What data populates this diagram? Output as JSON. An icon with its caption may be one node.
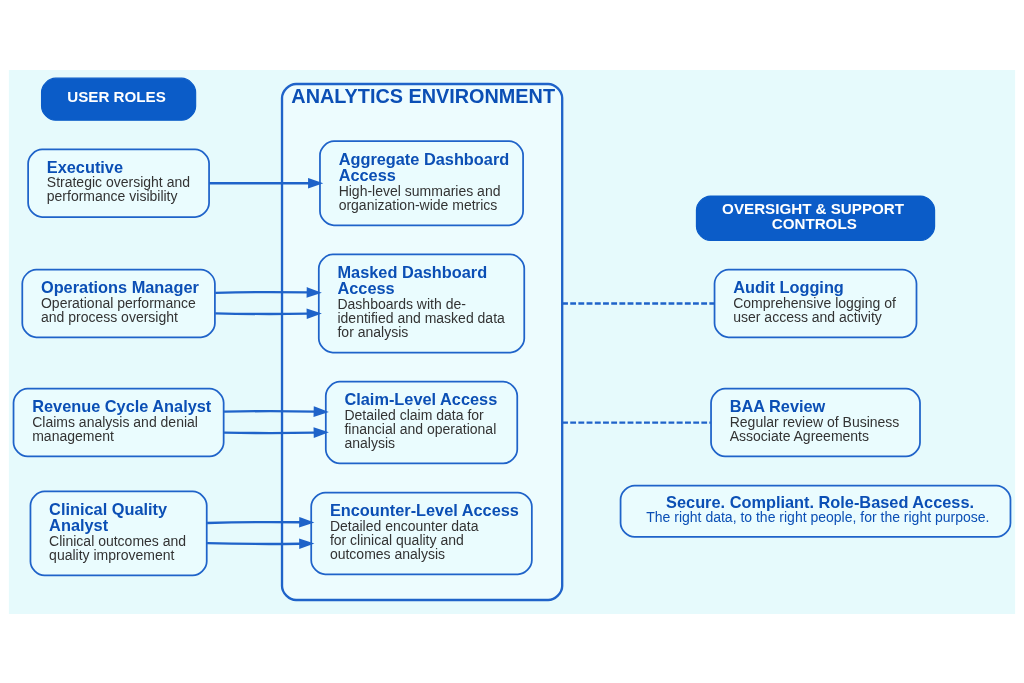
{
  "diagram": {
    "nodes": [
      {
        "text": [
          "USER ROLES"
        ]
      },
      {
        "text": [
          "Executive",
          "Strategic oversight and performance visibility"
        ]
      },
      {
        "text": [
          "Operations Manager",
          "Operational performance and process oversight"
        ]
      },
      {
        "text": [
          "Revenue Cycle Analyst",
          "Claims analysis and denial management"
        ]
      },
      {
        "text": [
          "Clinical Quality Analyst",
          "Clinical outcomes and quality improvement"
        ]
      },
      {
        "text": [
          "ANALYTICS ENVIRONMENT"
        ]
      },
      {
        "text": [
          "Aggregate Dashboard Access",
          "High-level summaries and organization-wide metrics"
        ],
        "in": 5
      },
      {
        "text": [
          "Masked Dashboard Access",
          "Dashboards with de-identified and masked data for analysis"
        ],
        "in": 5
      },
      {
        "text": [
          "Claim-Level Access",
          "Detailed claim data for financial and operational analysis"
        ],
        "in": 5
      },
      {
        "text": [
          "Encounter-Level Access",
          "Detailed encounter data for clinical quality and outcomes analysis"
        ],
        "in": 5
      },
      {
        "text": [
          "OVERSIGHT & SUPPORT CONTROLS"
        ]
      },
      {
        "text": [
          "Audit Logging",
          "Comprehensive logging of user access and activity"
        ]
      },
      {
        "text": [
          "BAA Review",
          "Regular review of Business Associate Agreements"
        ]
      },
      {
        "text": [
          "Secure. Compliant. Role-Based Access.",
          "The right data, to the right people, for the right purpose."
        ]
      }
    ],
    "edges": [
      {
        "from": 1,
        "to": 6,
        "arrow": "to"
      },
      {
        "from": 2,
        "to": 7,
        "arrow": "to"
      },
      {
        "from": 2,
        "to": 7,
        "arrow": "to"
      },
      {
        "from": 3,
        "to": 8,
        "arrow": "to"
      },
      {
        "from": 3,
        "to": 8,
        "arrow": "to"
      },
      {
        "from": 4,
        "to": 9,
        "arrow": "to"
      },
      {
        "from": 4,
        "to": 9,
        "arrow": "to"
      },
      {
        "from": 5,
        "to": 11,
        "arrow": "none",
        "style": "dashed"
      },
      {
        "from": 5,
        "to": 12,
        "arrow": "none",
        "style": "dashed"
      }
    ]
  }
}
